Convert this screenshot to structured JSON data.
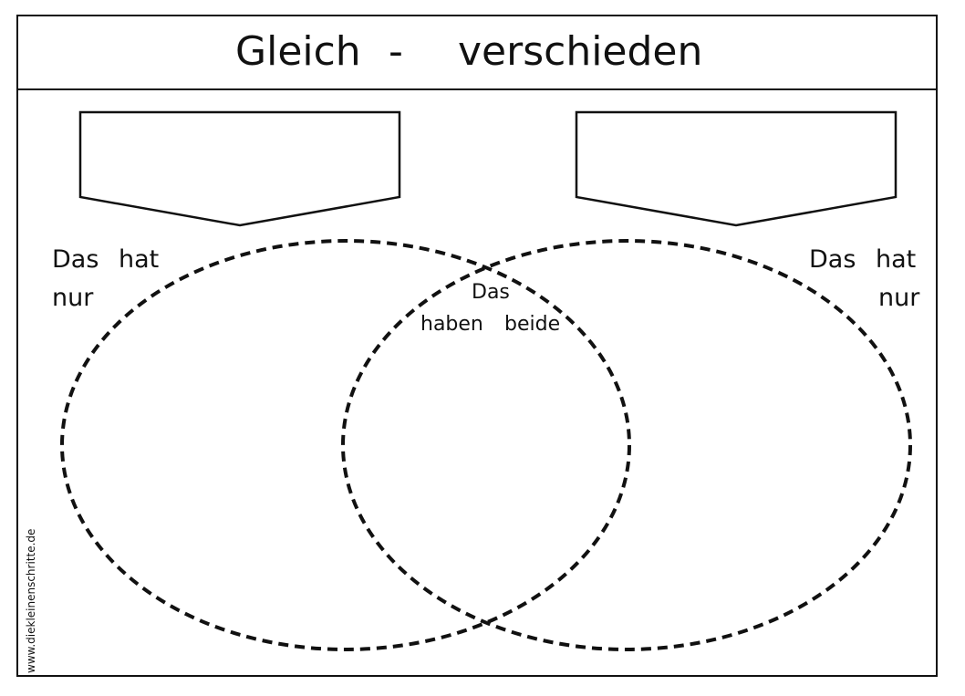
{
  "worksheet": {
    "title": {
      "left": "Gleich",
      "dash": "-",
      "right": "verschieden"
    },
    "left_set": {
      "name_box_value": "",
      "label_line1_word1": "Das",
      "label_line1_word2": "hat",
      "label_line2": "nur"
    },
    "right_set": {
      "name_box_value": "",
      "label_line1_word1": "Das",
      "label_line1_word2": "hat",
      "label_line2": "nur"
    },
    "intersection": {
      "label_line1": "Das",
      "label_line2_word1": "haben",
      "label_line2_word2": "beide"
    },
    "watermark": "www.diekleinenschritte.de"
  }
}
